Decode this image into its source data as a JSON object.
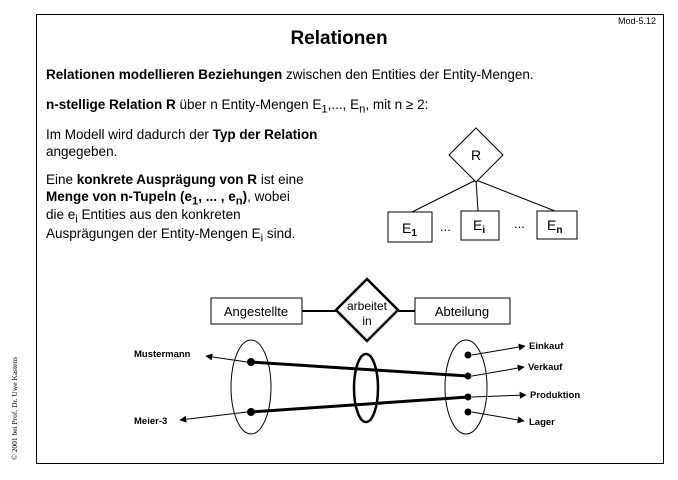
{
  "slide_id": "Mod-5.12",
  "title": "Relationen",
  "intro": {
    "bold": "Relationen modellieren Beziehungen",
    "rest": " zwischen den Entities der Entity-Mengen."
  },
  "nary": {
    "bold": "n-stellige Relation R",
    "text": " über n Entity-Mengen E",
    "sub1": "1",
    "mid": ",..., E",
    "subn": "n",
    "end": ", mit n ≥ 2:"
  },
  "typ": {
    "pre": "Im Modell wird dadurch der ",
    "bold": "Typ der Relation",
    "line2": "angegeben."
  },
  "auspraegung": {
    "l1_pre": "Eine ",
    "l1_bold": "konkrete Ausprägung von R",
    "l1_post": " ist eine",
    "l2_bold": "Menge von n-Tupeln (e",
    "l2_sub1": "1",
    "l2_mid": ", ... , e",
    "l2_subn": "n",
    "l2_close": ")",
    "l2_post": ", wobei",
    "l3_pre": "die e",
    "l3_sub": "i",
    "l3_post": " Entities aus den konkreten",
    "l4_pre": "Ausprägungen der Entity-Mengen E",
    "l4_sub": "i",
    "l4_post": " sind."
  },
  "schema": {
    "relation": "R",
    "e1": "E",
    "e1_sub": "1",
    "ei": "E",
    "ei_sub": "i",
    "en": "E",
    "en_sub": "n",
    "dots": "..."
  },
  "example": {
    "entity_left": "Angestellte",
    "relation_line1": "arbeitet",
    "relation_line2": "in",
    "entity_right": "Abteilung",
    "left_items": [
      "Mustermann",
      "Meier-3"
    ],
    "right_items": [
      "Einkauf",
      "Verkauf",
      "Produktion",
      "Lager"
    ]
  },
  "copyright": "© 2001 bei Prof. Dr. Uwe Kastens"
}
